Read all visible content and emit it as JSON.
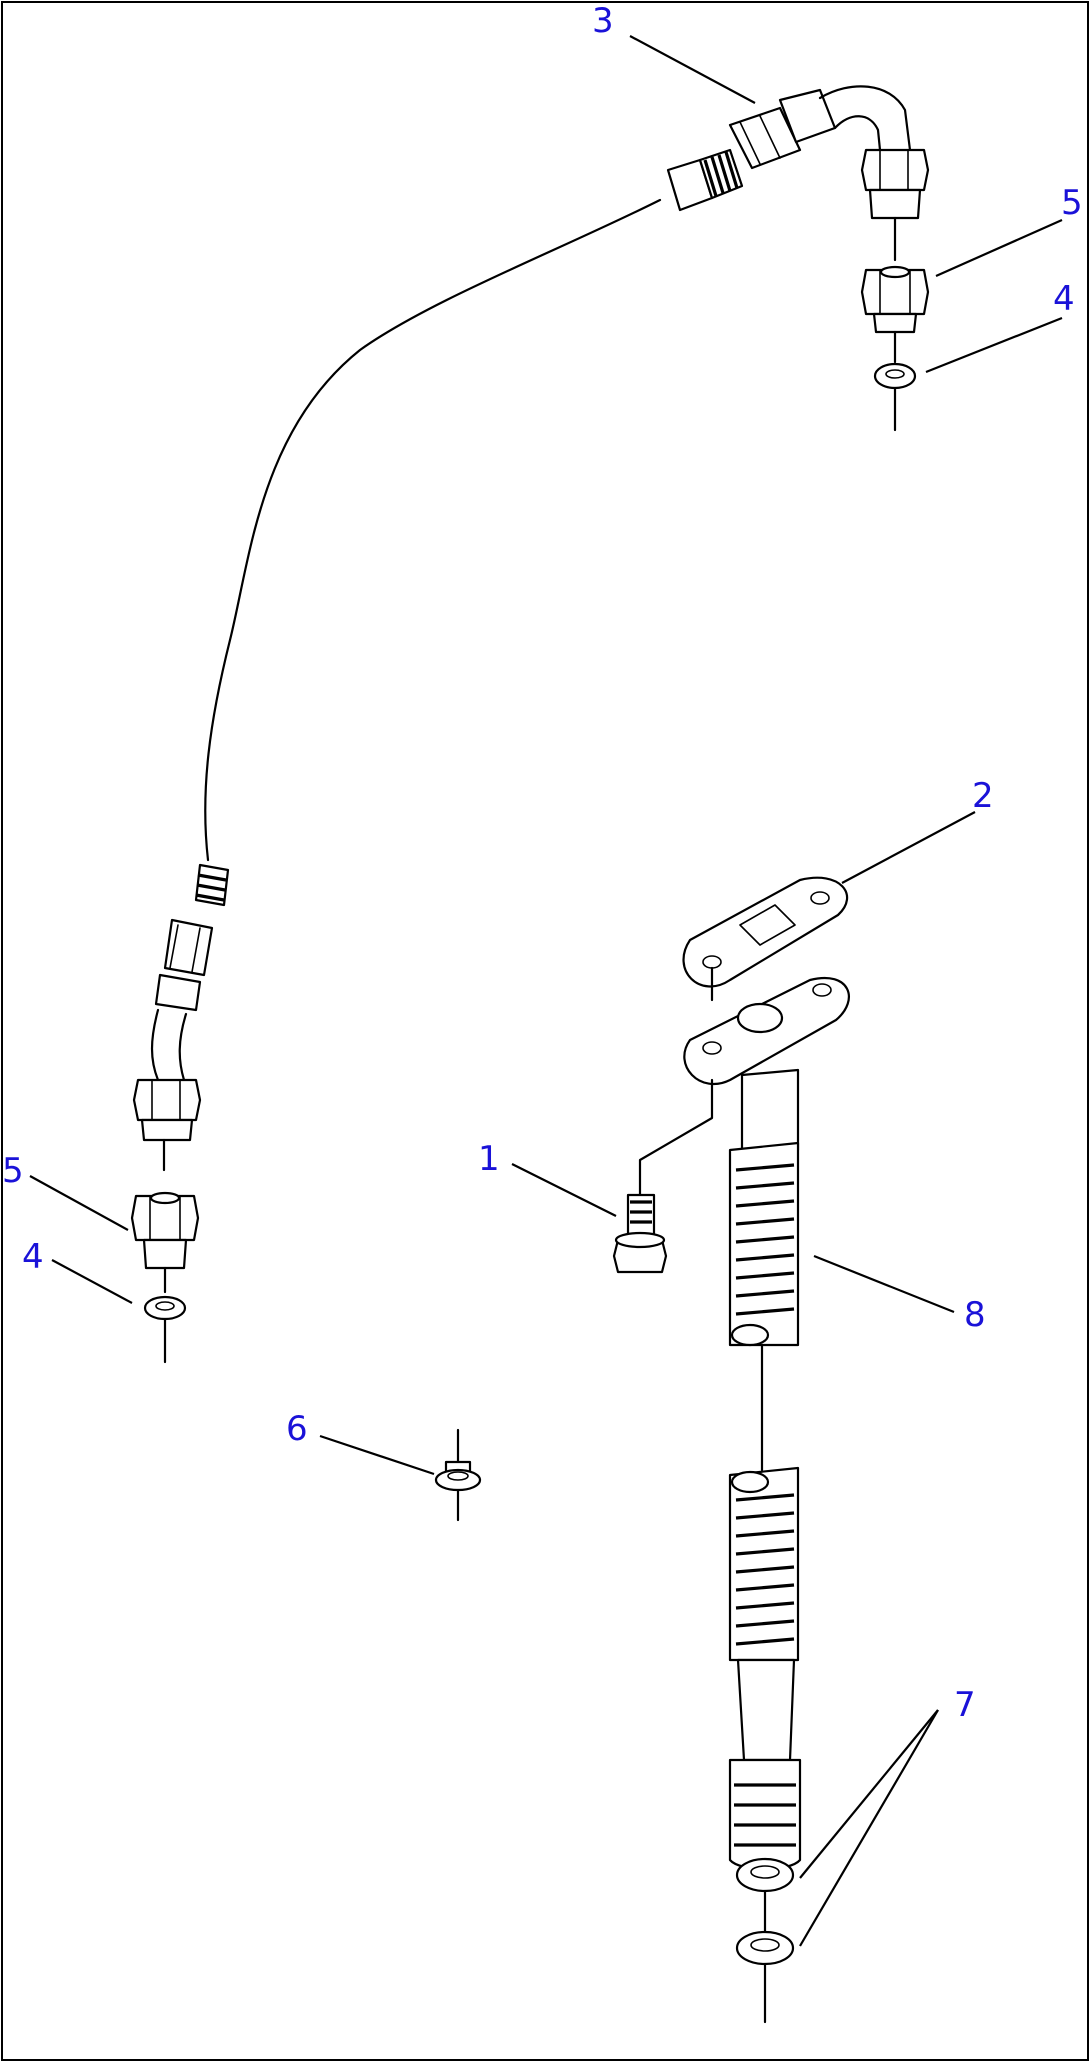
{
  "diagram": {
    "border_color": "#000000",
    "label_color": "#1a12d8",
    "callouts": [
      {
        "id": "c3a",
        "text": "3"
      },
      {
        "id": "c5a",
        "text": "5"
      },
      {
        "id": "c4a",
        "text": "4"
      },
      {
        "id": "c2",
        "text": "2"
      },
      {
        "id": "c5b",
        "text": "5"
      },
      {
        "id": "c1",
        "text": "1"
      },
      {
        "id": "c8",
        "text": "8"
      },
      {
        "id": "c4b",
        "text": "4"
      },
      {
        "id": "c6",
        "text": "6"
      },
      {
        "id": "c7",
        "text": "7"
      }
    ]
  }
}
